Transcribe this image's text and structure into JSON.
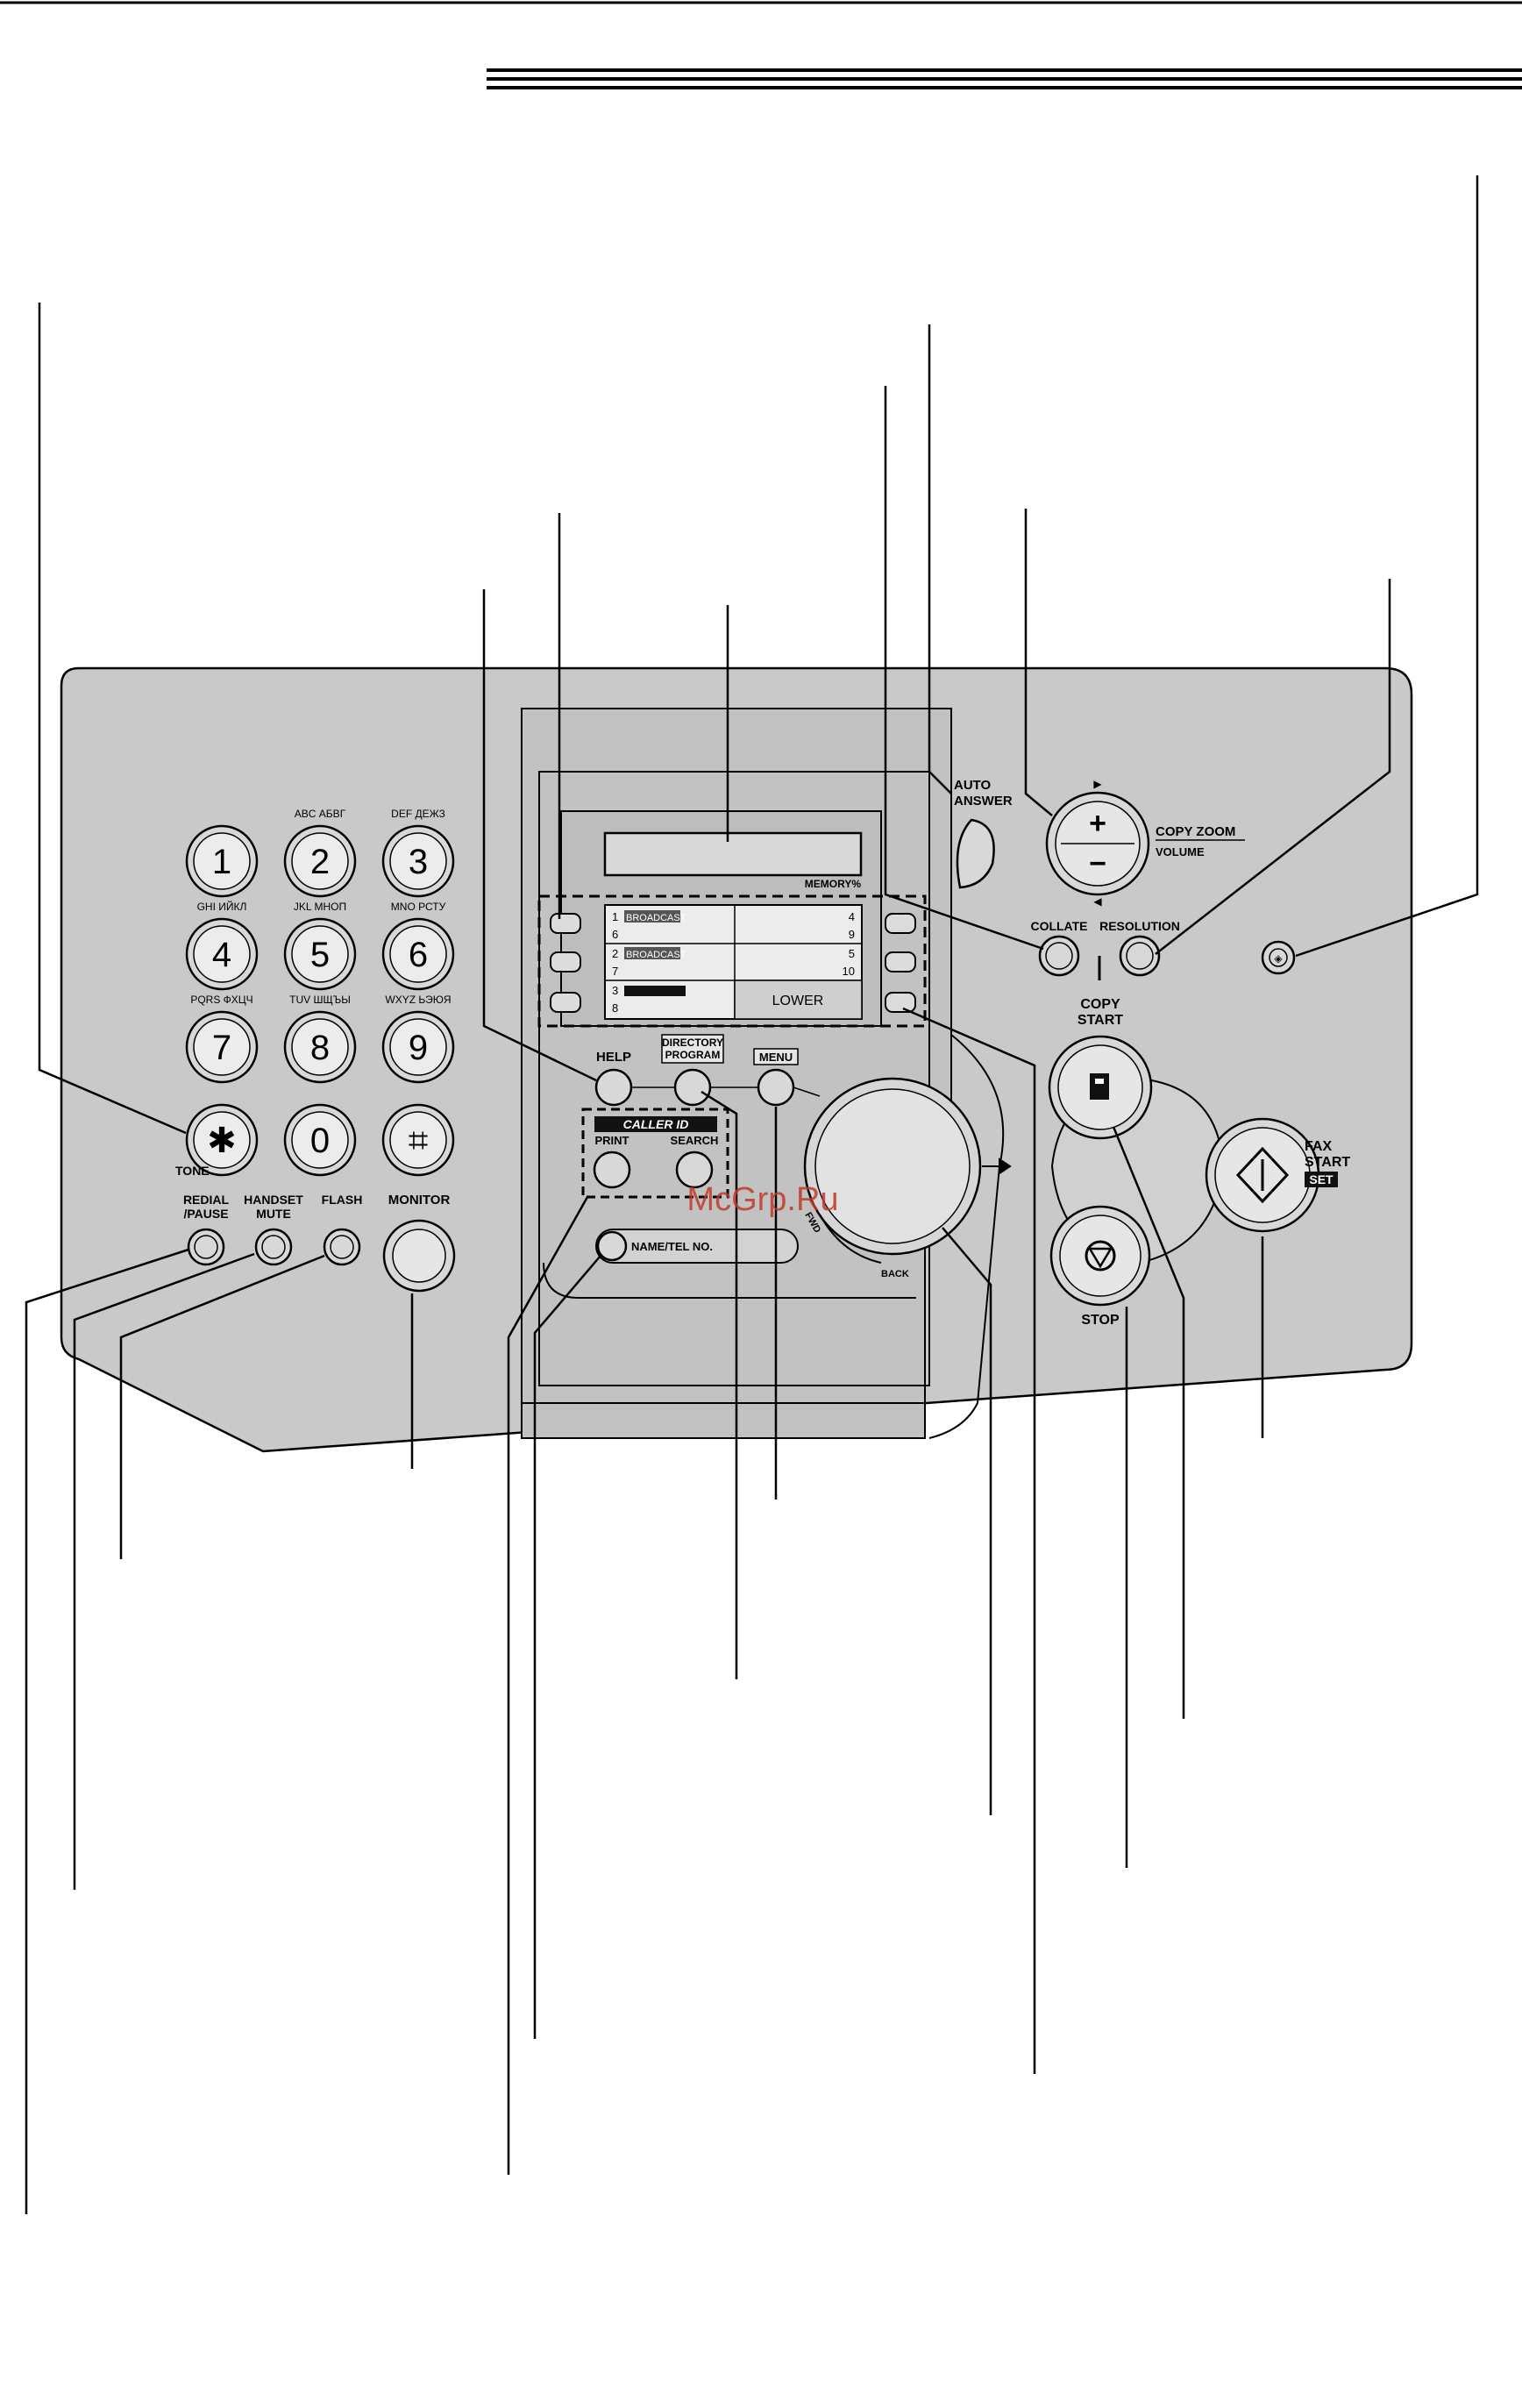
{
  "watermark": "McGrp.Ru",
  "keypad": {
    "keys": [
      {
        "digit": "1",
        "letters": ""
      },
      {
        "digit": "2",
        "letters": "ABC  АБВГ"
      },
      {
        "digit": "3",
        "letters": "DEF  ДЕЖЗ"
      },
      {
        "digit": "4",
        "letters": "GHI  ИЙКЛ"
      },
      {
        "digit": "5",
        "letters": "JKL  МНОП"
      },
      {
        "digit": "6",
        "letters": "MNO  РСТУ"
      },
      {
        "digit": "7",
        "letters": "PQRS  ФХЦЧ"
      },
      {
        "digit": "8",
        "letters": "TUV  ШЩЪЫ"
      },
      {
        "digit": "9",
        "letters": "WXYZ  ЬЭЮЯ"
      },
      {
        "digit": "✱",
        "letters": ""
      },
      {
        "digit": "0",
        "letters": ""
      },
      {
        "digit": "⌗",
        "letters": ""
      }
    ],
    "tone_label": "TONE"
  },
  "left_buttons": {
    "redial": [
      "REDIAL",
      "/PAUSE"
    ],
    "handset_mute": [
      "HANDSET",
      "MUTE"
    ],
    "flash": "FLASH",
    "monitor": "MONITOR"
  },
  "station_panel": {
    "memory_label": "MEMORY%",
    "rows": [
      {
        "left_num": "1",
        "left_tag": "BROADCAST",
        "left_sub": "6",
        "right_top": "4",
        "right_sub": "9"
      },
      {
        "left_num": "2",
        "left_tag": "BROADCAST",
        "left_sub": "7",
        "right_top": "5",
        "right_sub": "10"
      },
      {
        "left_num": "3",
        "left_tag": "",
        "left_sub": "8",
        "right_top": "",
        "right_sub": ""
      }
    ],
    "lower_label": "LOWER"
  },
  "center_buttons": {
    "help": "HELP",
    "directory": [
      "DIRECTORY",
      "PROGRAM"
    ],
    "menu": "MENU",
    "caller_id": "CALLER ID",
    "print": "PRINT",
    "search": "SEARCH",
    "name_tel": "NAME/TEL NO.",
    "fwd": "FWD",
    "back": "BACK"
  },
  "right_buttons": {
    "auto_answer": [
      "AUTO",
      "ANSWER"
    ],
    "copy_zoom": "COPY ZOOM",
    "volume": "VOLUME",
    "plus": "+",
    "minus": "−",
    "collate": "COLLATE",
    "resolution": "RESOLUTION",
    "copy_start": [
      "COPY",
      "START"
    ],
    "fax_start": [
      "FAX",
      "START"
    ],
    "set": "SET",
    "stop": "STOP"
  }
}
